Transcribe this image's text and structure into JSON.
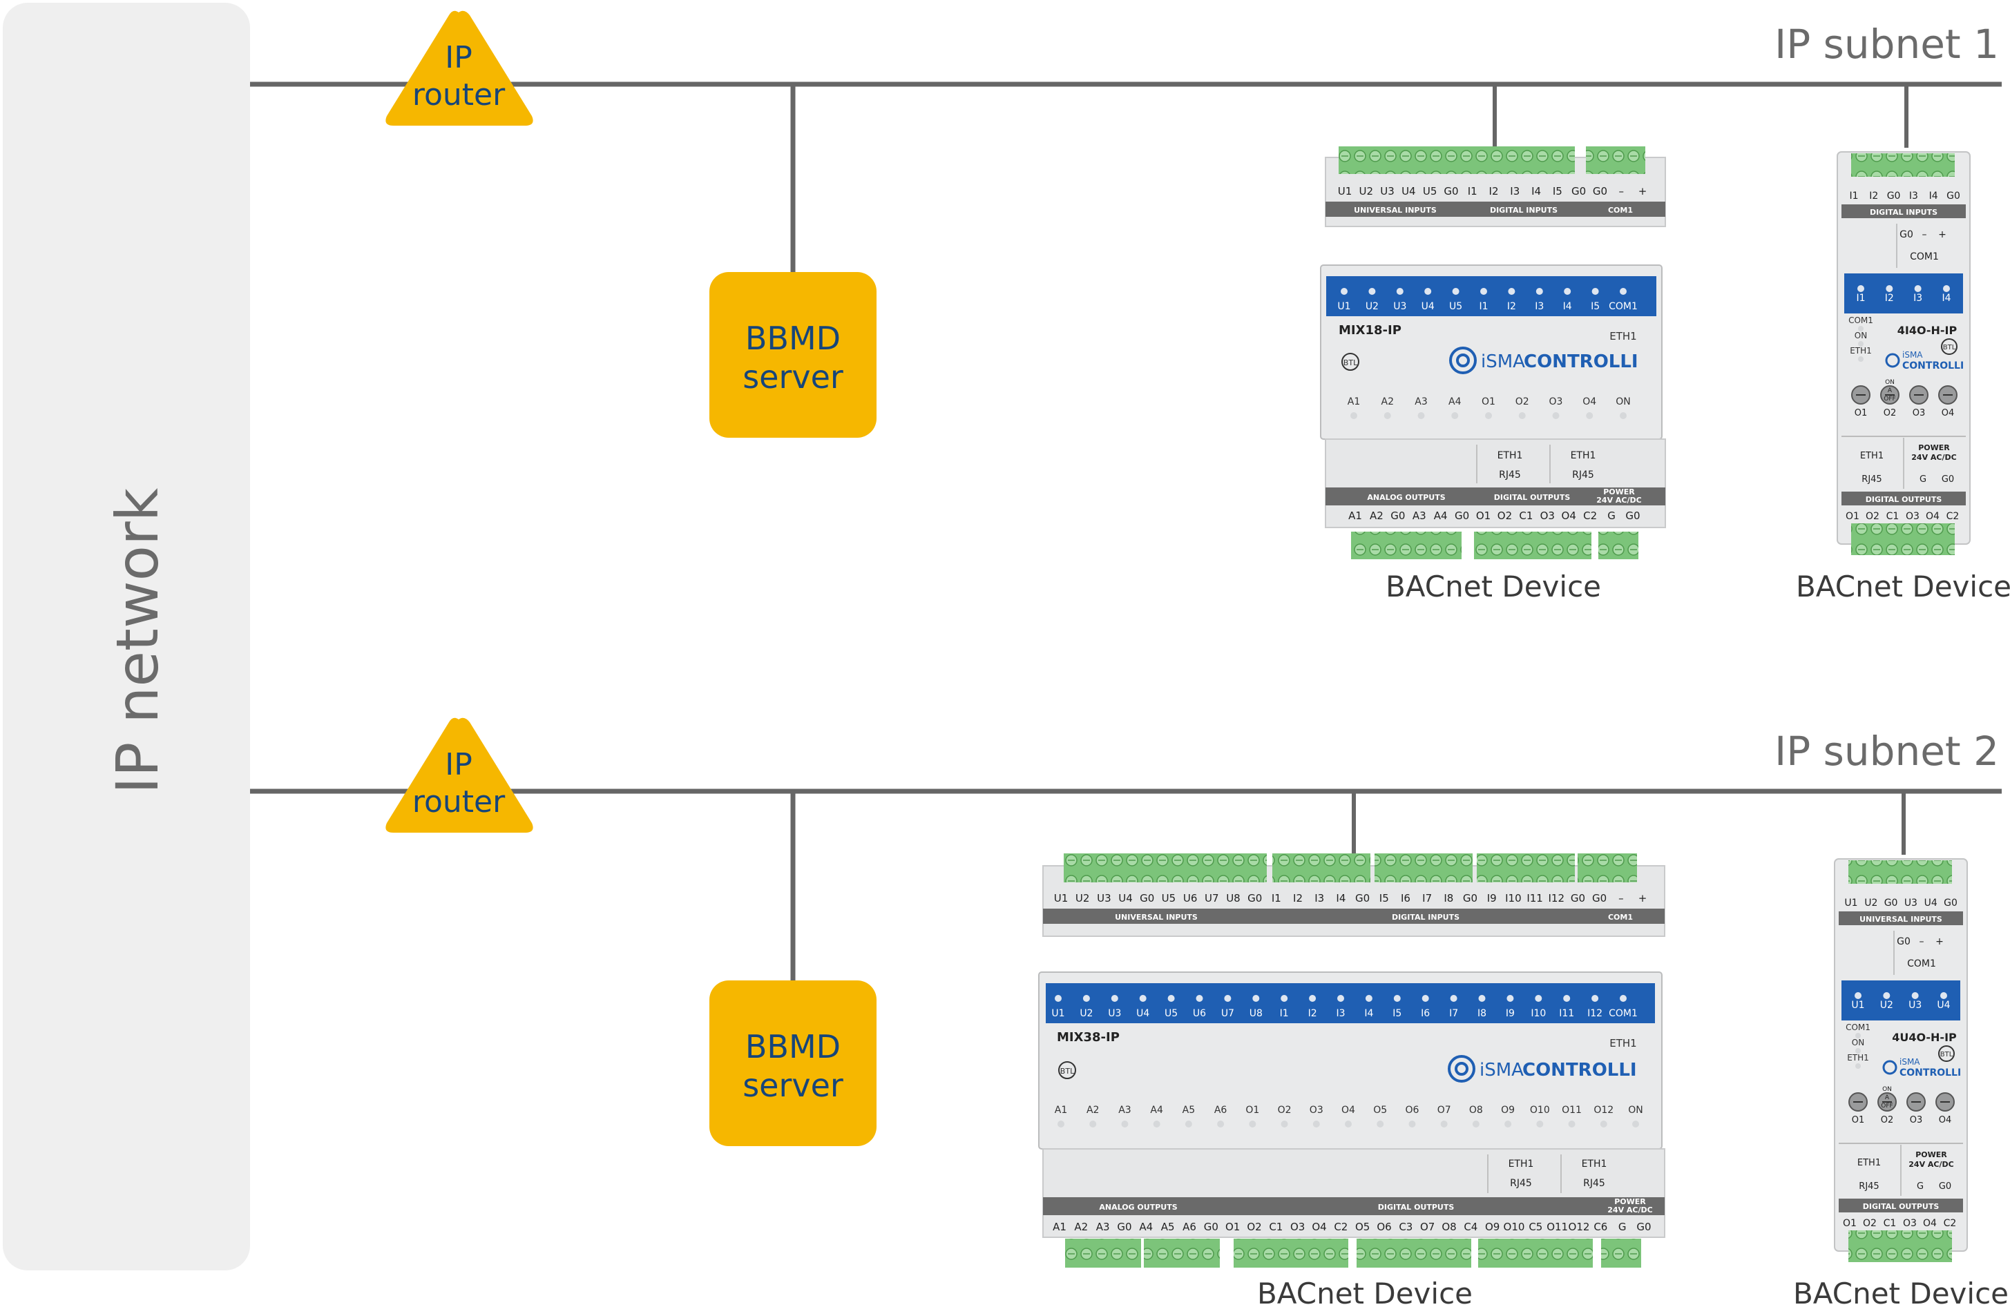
{
  "ip_network": {
    "label": "IP network"
  },
  "subnets": [
    {
      "label": "IP subnet 1",
      "router": {
        "line1": "IP",
        "line2": "router"
      },
      "bbmd": {
        "line1": "BBMD",
        "line2": "server"
      }
    },
    {
      "label": "IP subnet 2",
      "router": {
        "line1": "IP",
        "line2": "router"
      },
      "bbmd": {
        "line1": "BBMD",
        "line2": "server"
      }
    }
  ],
  "devices": {
    "mix18": {
      "caption": "BACnet Device",
      "model": "MIX18-IP",
      "brand_light": "iSMA",
      "brand_bold": "CONTROLLI",
      "top_terms": [
        "U1",
        "U2",
        "U3",
        "U4",
        "U5",
        "G0",
        "I1",
        "I2",
        "I3",
        "I4",
        "I5",
        "G0",
        "G0",
        "–",
        "+"
      ],
      "top_groups": [
        "UNIVERSAL INPUTS",
        "DIGITAL INPUTS",
        "COM1"
      ],
      "leds_top": [
        "U1",
        "U2",
        "U3",
        "U4",
        "U5",
        "I1",
        "I2",
        "I3",
        "I4",
        "I5",
        "COM1"
      ],
      "eth_label": "ETH1",
      "leds_bottom": [
        "A1",
        "A2",
        "A3",
        "A4",
        "O1",
        "O2",
        "O3",
        "O4",
        "ON"
      ],
      "ports": [
        {
          "l1": "ETH1",
          "l2": "RJ45"
        },
        {
          "l1": "ETH1",
          "l2": "RJ45"
        }
      ],
      "bottom_groups": [
        "ANALOG OUTPUTS",
        "DIGITAL OUTPUTS",
        "POWER",
        "24V AC/DC"
      ],
      "bottom_terms": [
        "A1",
        "A2",
        "G0",
        "A3",
        "A4",
        "G0",
        "O1",
        "O2",
        "C1",
        "O3",
        "O4",
        "C2",
        "G",
        "G0"
      ]
    },
    "io4i4o": {
      "caption": "BACnet Device",
      "model": "4I4O-H-IP",
      "brand_light": "iSMA",
      "brand_bold": "CONTROLLI",
      "top_terms": [
        "I1",
        "I2",
        "G0",
        "I3",
        "I4",
        "G0"
      ],
      "top_group": "DIGITAL INPUTS",
      "com_terms": [
        "G0",
        "–",
        "+"
      ],
      "com_label": "COM1",
      "leds_top": [
        "I1",
        "I2",
        "I3",
        "I4"
      ],
      "side_labels": [
        "COM1",
        "ON",
        "ETH1"
      ],
      "outs": [
        "O1",
        "O2",
        "O3",
        "O4"
      ],
      "sw_labels": [
        "ON",
        "A",
        "OFF"
      ],
      "port": {
        "l1": "ETH1",
        "l2": "RJ45"
      },
      "power": {
        "l1": "POWER",
        "l2": "24V AC/DC",
        "l3": "G",
        "l4": "G0"
      },
      "bottom_group": "DIGITAL OUTPUTS",
      "bottom_terms": [
        "O1",
        "O2",
        "C1",
        "O3",
        "O4",
        "C2"
      ]
    },
    "mix38": {
      "caption": "BACnet Device",
      "model": "MIX38-IP",
      "brand_light": "iSMA",
      "brand_bold": "CONTROLLI",
      "top_terms": [
        "U1",
        "U2",
        "U3",
        "U4",
        "G0",
        "U5",
        "U6",
        "U7",
        "U8",
        "G0",
        "I1",
        "I2",
        "I3",
        "I4",
        "G0",
        "I5",
        "I6",
        "I7",
        "I8",
        "G0",
        "I9",
        "I10",
        "I11",
        "I12",
        "G0",
        "G0",
        "–",
        "+"
      ],
      "top_groups": [
        "UNIVERSAL INPUTS",
        "DIGITAL INPUTS",
        "COM1"
      ],
      "leds_top": [
        "U1",
        "U2",
        "U3",
        "U4",
        "U5",
        "U6",
        "U7",
        "U8",
        "I1",
        "I2",
        "I3",
        "I4",
        "I5",
        "I6",
        "I7",
        "I8",
        "I9",
        "I10",
        "I11",
        "I12",
        "COM1"
      ],
      "eth_label": "ETH1",
      "leds_bottom": [
        "A1",
        "A2",
        "A3",
        "A4",
        "A5",
        "A6",
        "O1",
        "O2",
        "O3",
        "O4",
        "O5",
        "O6",
        "O7",
        "O8",
        "O9",
        "O10",
        "O11",
        "O12",
        "ON"
      ],
      "ports": [
        {
          "l1": "ETH1",
          "l2": "RJ45"
        },
        {
          "l1": "ETH1",
          "l2": "RJ45"
        }
      ],
      "bottom_groups": [
        "ANALOG OUTPUTS",
        "DIGITAL OUTPUTS",
        "POWER",
        "24V AC/DC"
      ],
      "bottom_terms": [
        "A1",
        "A2",
        "A3",
        "G0",
        "A4",
        "A5",
        "A6",
        "G0",
        "O1",
        "O2",
        "C1",
        "O3",
        "O4",
        "C2",
        "O5",
        "O6",
        "C3",
        "O7",
        "O8",
        "C4",
        "O9",
        "O10",
        "C5",
        "O11",
        "O12",
        "C6",
        "G",
        "G0"
      ]
    },
    "io4u4o": {
      "caption": "BACnet Device",
      "model": "4U4O-H-IP",
      "brand_light": "iSMA",
      "brand_bold": "CONTROLLI",
      "top_terms": [
        "U1",
        "U2",
        "G0",
        "U3",
        "U4",
        "G0"
      ],
      "top_group": "UNIVERSAL INPUTS",
      "com_terms": [
        "G0",
        "–",
        "+"
      ],
      "com_label": "COM1",
      "leds_top": [
        "U1",
        "U2",
        "U3",
        "U4"
      ],
      "side_labels": [
        "COM1",
        "ON",
        "ETH1"
      ],
      "outs": [
        "O1",
        "O2",
        "O3",
        "O4"
      ],
      "sw_labels": [
        "ON",
        "A",
        "OFF"
      ],
      "port": {
        "l1": "ETH1",
        "l2": "RJ45"
      },
      "power": {
        "l1": "POWER",
        "l2": "24V AC/DC",
        "l3": "G",
        "l4": "G0"
      },
      "bottom_group": "DIGITAL OUTPUTS",
      "bottom_terms": [
        "O1",
        "O2",
        "C1",
        "O3",
        "O4",
        "C2"
      ]
    }
  },
  "colors": {
    "network_bg": "#efefef",
    "line": "#666666",
    "router_fill": "#f6b700",
    "bbmd_fill": "#f6b700",
    "label_blue": "#16457a",
    "label_gray": "#6b6b6b",
    "device_body": "#e9eaeb",
    "device_blue": "#1f5fb3",
    "terminal_green": "#7cc47a",
    "strip_dark": "#6a6a6a"
  }
}
